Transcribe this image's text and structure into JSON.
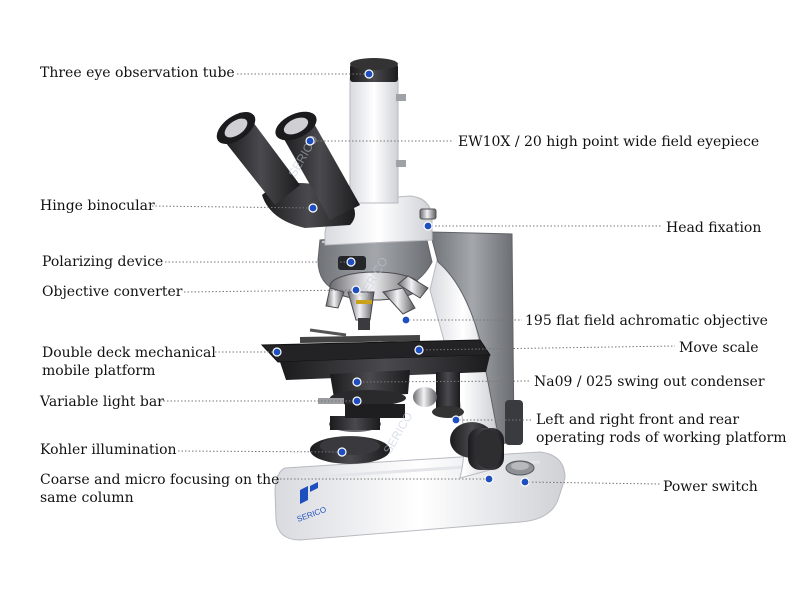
{
  "labels": {
    "three_eye_tube": "Three eye observation tube",
    "eyepiece": "EW10X / 20 high point wide field eyepiece",
    "hinge_binocular": "Hinge binocular",
    "head_fixation": "Head fixation",
    "polarizing_device": "Polarizing device",
    "objective_converter": "Objective converter",
    "flat_field_objective": "195 flat field achromatic objective",
    "mech_platform_1": "Double deck mechanical",
    "mech_platform_2": "mobile platform",
    "move_scale": "Move scale",
    "condenser": "Na09 / 025 swing out condenser",
    "light_bar": "Variable light bar",
    "operating_rods_1": "Left and right front and rear",
    "operating_rods_2": "operating rods of working platform",
    "kohler": "Kohler illumination",
    "focusing_1": "Coarse and micro focusing on the",
    "focusing_2": "same column",
    "power_switch": "Power switch"
  },
  "watermark": "SERICO",
  "logo_text": "SERICO",
  "colors": {
    "dot": "#1f4fbf",
    "leader": "#777777",
    "body_white": "#f4f4f6",
    "body_grey": "#8a8d92",
    "dark": "#2a2a2c"
  }
}
